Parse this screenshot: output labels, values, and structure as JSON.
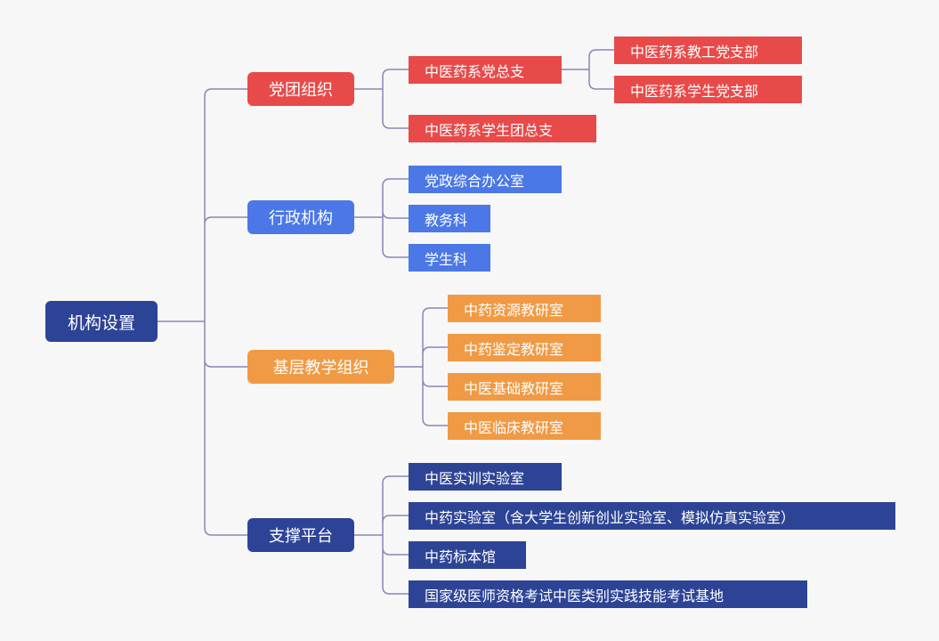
{
  "diagram": {
    "root": "机构设置",
    "colors": {
      "connector": "#8a86b8",
      "party": "#e84a4a",
      "admin": "#4b78e6",
      "teaching": "#f09a45",
      "platform": "#2d4496"
    },
    "branches": [
      {
        "label": "党团组织",
        "children": [
          {
            "label": "中医药系党总支",
            "children": [
              "中医药系教工党支部",
              "中医药系学生党支部"
            ]
          },
          {
            "label": "中医药系学生团总支"
          }
        ]
      },
      {
        "label": "行政机构",
        "children": [
          "党政综合办公室",
          "教务科",
          "学生科"
        ]
      },
      {
        "label": "基层教学组织",
        "children": [
          "中药资源教研室",
          "中药鉴定教研室",
          "中医基础教研室",
          "中医临床教研室"
        ]
      },
      {
        "label": "支撑平台",
        "children": [
          "中医实训实验室",
          "中药实验室（含大学生创新创业实验室、模拟仿真实验室）",
          "中药标本馆",
          "国家级医师资格考试中医类别实践技能考试基地"
        ]
      }
    ]
  }
}
